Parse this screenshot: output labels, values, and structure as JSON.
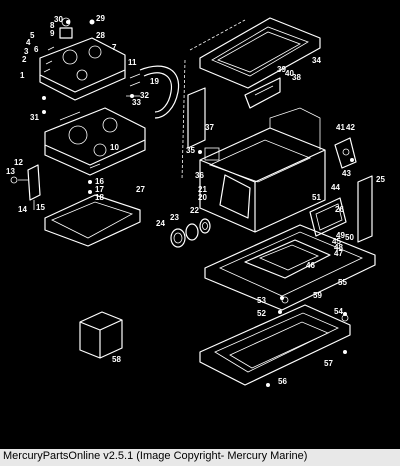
{
  "diagram": {
    "callouts": [
      "1",
      "2",
      "3",
      "4",
      "5",
      "6",
      "7",
      "8",
      "9",
      "10",
      "11",
      "12",
      "13",
      "14",
      "15",
      "16",
      "17",
      "18",
      "19",
      "20",
      "21",
      "22",
      "23",
      "24",
      "25",
      "26",
      "27",
      "28",
      "29",
      "30",
      "31",
      "32",
      "33",
      "34",
      "35",
      "36",
      "37",
      "38",
      "39",
      "40",
      "41",
      "42",
      "43",
      "44",
      "45",
      "46",
      "47",
      "48",
      "49",
      "50",
      "51",
      "52",
      "53",
      "54",
      "55",
      "56",
      "57",
      "58",
      "59"
    ]
  },
  "footer": {
    "text": "MercuryPartsOnline v2.5.1 (Image Copyright- Mercury Marine)"
  },
  "colors": {
    "background": "#000000",
    "line": "#ffffff",
    "footer_bg": "#e8e8e8"
  }
}
